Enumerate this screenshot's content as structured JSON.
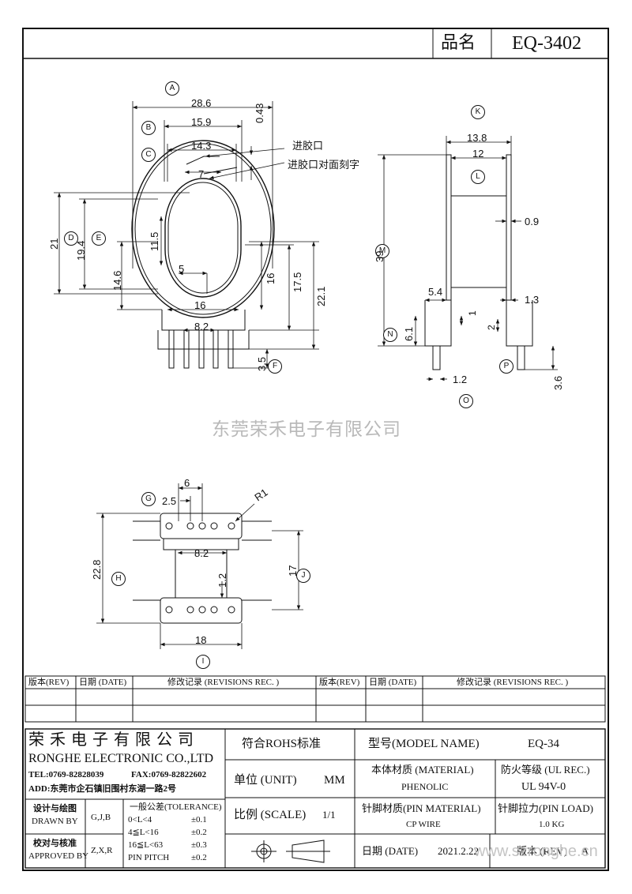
{
  "header": {
    "label": "品名",
    "part_no": "EQ-3402"
  },
  "watermark": "东莞荣禾电子有限公司",
  "site_watermark": "www.szronghe.cn",
  "annotations": {
    "gate": "进胶口",
    "gate_back": "进胶口对面刻字"
  },
  "markers": [
    "A",
    "B",
    "C",
    "D",
    "E",
    "F",
    "G",
    "H",
    "I",
    "J",
    "K",
    "L",
    "M",
    "N",
    "O",
    "P"
  ],
  "dims": {
    "front": {
      "w_total": "28.6",
      "w2": "15.9",
      "w3": "14.3",
      "w4": "7",
      "t1": "0.43",
      "h_total": "21",
      "h2": "19.4",
      "h3": "14.6",
      "h_win": "11.5",
      "w_win": "5",
      "w_base": "16",
      "pitch": "8.2",
      "h_r1": "16",
      "h_r2": "17.5",
      "h_r3": "22.1",
      "pin_len": "3.5"
    },
    "side": {
      "w1": "13.8",
      "w2": "12",
      "t": "0.9",
      "h": "39",
      "s": "5.4",
      "s2": "1.3",
      "f": "6.1",
      "p1": "1",
      "p2": "2",
      "pin_d": "1.2",
      "pin_len": "3.6"
    },
    "bottom": {
      "pitch": "6",
      "off": "2.5",
      "r": "R1",
      "pitch2": "8.2",
      "h": "22.8",
      "h2": "17",
      "w": "18",
      "slot": "1.2"
    }
  },
  "revisions": {
    "col_rev": "版本(REV)",
    "col_date": "日期 (DATE)",
    "col_rec": "修改记录 (REVISIONS REC. )"
  },
  "titleblock": {
    "company_cn": "荣 禾 电 子 有 限 公 司",
    "company_en": "RONGHE ELECTRONIC CO.,LTD",
    "tel": "TEL:0769-82828039",
    "fax": "FAX:0769-82822602",
    "addr": "ADD:东莞市企石镇旧围村东湖一路2号",
    "rohs": "符合ROHS标准",
    "model_label": "型号(MODEL NAME)",
    "model_value": "EQ-34",
    "unit_label": "单位 (UNIT)",
    "unit_value": "MM",
    "material_label": "本体材质 (MATERIAL)",
    "material_value": "PHENOLIC",
    "fire_label": "防火等级 (UL REC.)",
    "fire_value": "UL 94V-0",
    "drawn_cn": "设计与绘图",
    "drawn_en": "DRAWN BY",
    "drawn_names": "G,J,B",
    "approved_cn": "校对与核准",
    "approved_en": "APPROVED BY",
    "approved_names": "Z,X,R",
    "tol_title": "一般公差(TOLERANCE)",
    "tol_rows": [
      {
        "range": "0<L<4",
        "val": "±0.1"
      },
      {
        "range": "4≦L<16",
        "val": "±0.2"
      },
      {
        "range": "16≦L<63",
        "val": "±0.3"
      },
      {
        "range": "PIN PITCH",
        "val": "±0.2"
      }
    ],
    "scale_label": "比例 (SCALE)",
    "scale_value": "1/1",
    "pin_mat_label": "针脚材质(PIN MATERIAL)",
    "pin_mat_value": "CP WIRE",
    "pin_load_label": "针脚拉力(PIN LOAD)",
    "pin_load_value": "1.0 KG",
    "date_label": "日期 (DATE)",
    "date_value": "2021.2.22",
    "ver_label": "版本 (REV)",
    "ver_value": "A"
  }
}
